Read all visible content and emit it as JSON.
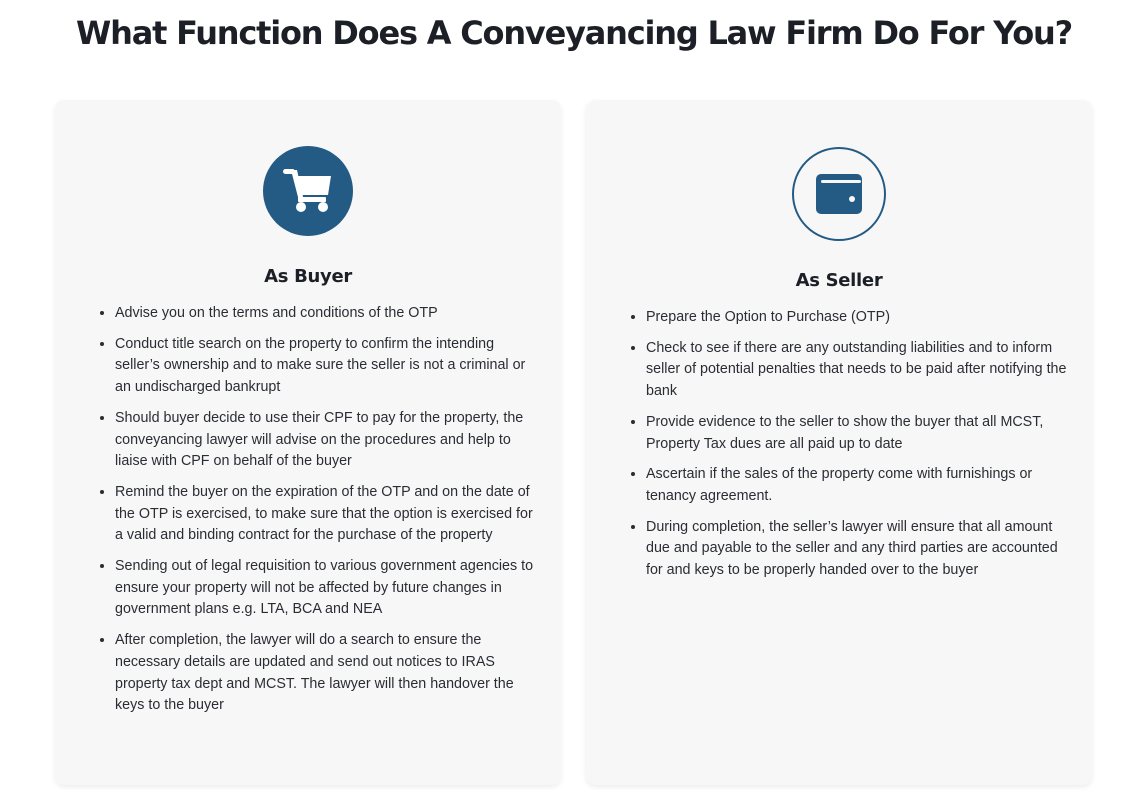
{
  "page": {
    "title": "What Function Does A Conveyancing Law Firm Do For You?"
  },
  "colors": {
    "accent": "#245b84",
    "card_background": "#f7f7f7",
    "text": "#1c2026"
  },
  "cards": [
    {
      "icon": "shopping-cart-icon",
      "title": "As Buyer",
      "items": [
        "Advise you on the terms and conditions of the OTP",
        "Conduct title search on the property to confirm the intending seller’s ownership and to make sure the seller is not a criminal or an undischarged bankrupt",
        "Should buyer decide to use their CPF to pay for the property, the conveyancing lawyer will advise on the procedures and help to liaise with CPF on behalf of the buyer",
        "Remind the buyer on the expiration of the OTP and on the date of the OTP is exercised, to make sure that the option is exercised for a valid and binding contract for the purchase of the property",
        "Sending out of legal requisition to various government agencies to ensure your property will not be affected by future changes in government plans e.g. LTA, BCA and NEA",
        "After completion, the lawyer will do a search to ensure the necessary details are updated and send out notices to IRAS property tax dept and MCST. The lawyer will then handover the keys to the buyer"
      ]
    },
    {
      "icon": "wallet-icon",
      "title": "As Seller",
      "items": [
        "Prepare the Option to Purchase (OTP)",
        "Check to see if there are any outstanding liabilities and to inform seller of potential penalties that needs to be paid after notifying the bank",
        "Provide evidence to the seller to show the buyer that all MCST, Property Tax dues are all paid up to date",
        "Ascertain if the sales of the property come with furnishings or tenancy agreement.",
        "During completion, the seller’s lawyer will ensure that all amount due and payable to the seller and any third parties are accounted for and keys to be properly handed over to the buyer"
      ]
    }
  ]
}
